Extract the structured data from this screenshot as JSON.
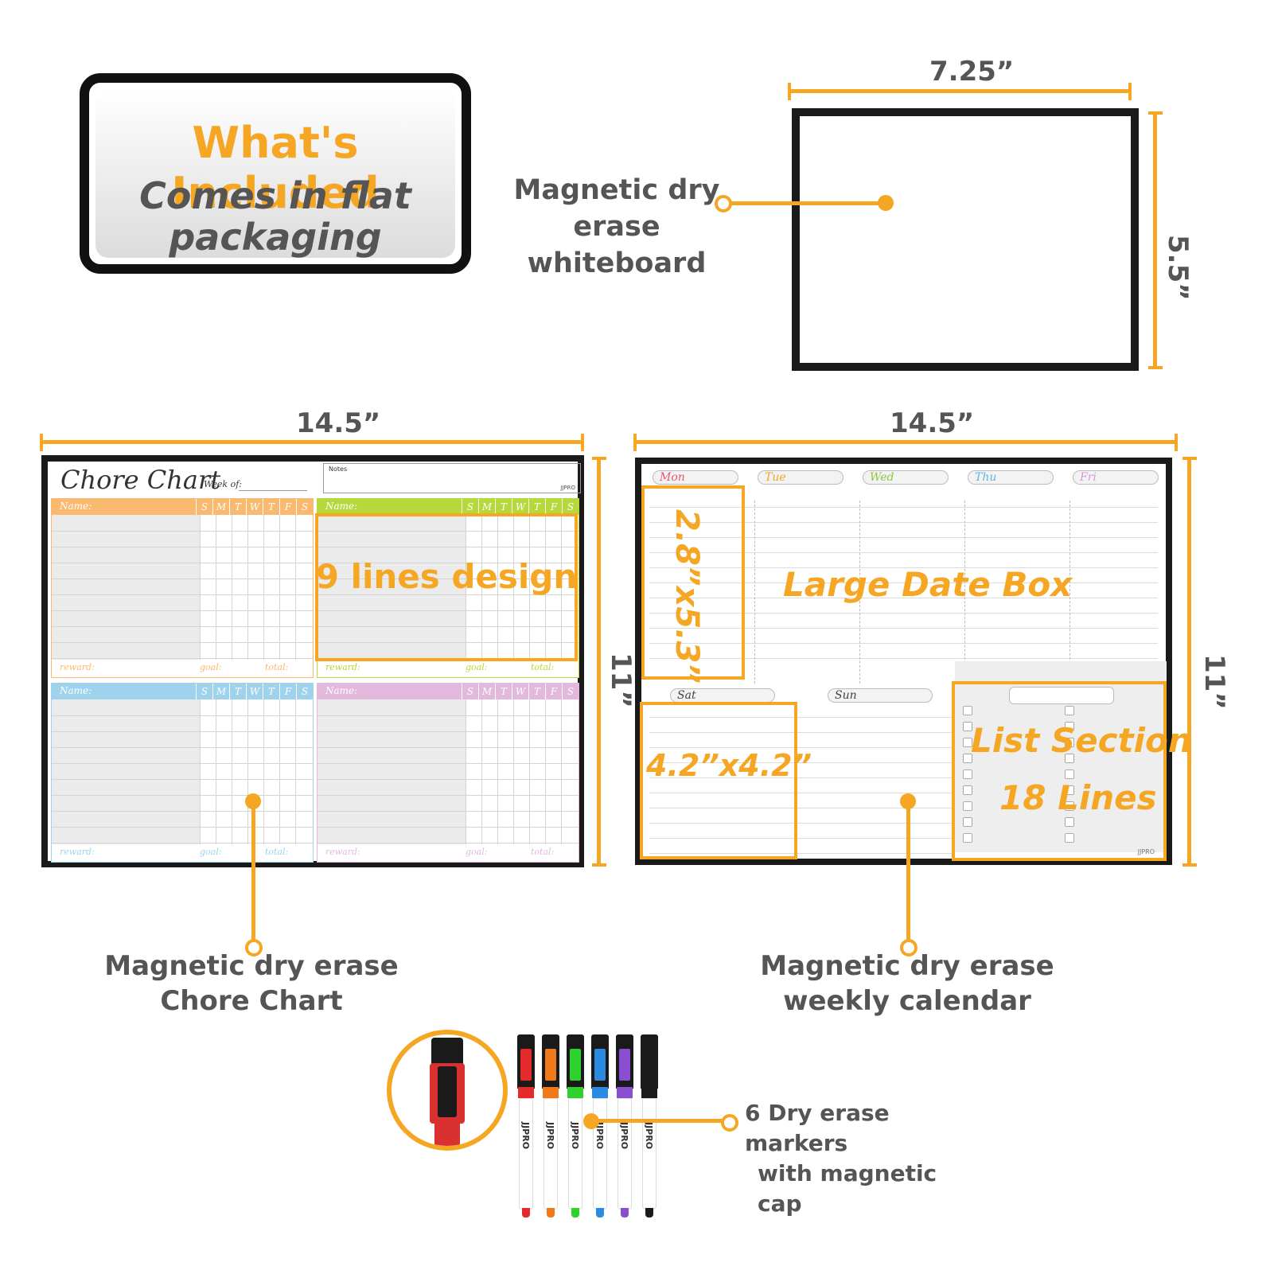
{
  "title_card": {
    "heading": "What's Included",
    "subheading": "Comes in flat packaging"
  },
  "whiteboard": {
    "caption_line1": "Magnetic dry",
    "caption_line2": "erase whiteboard",
    "width_label": "7.25”",
    "height_label": "5.5”"
  },
  "chore_chart": {
    "width_label": "14.5”",
    "height_label": "11”",
    "title": "Chore Chart",
    "week_of": "Week of:",
    "notes": "Notes",
    "brand": "JJPRO",
    "name_label": "Name:",
    "days": [
      "S",
      "M",
      "T",
      "W",
      "T",
      "F",
      "S"
    ],
    "reward": "reward:",
    "goal": "goal:",
    "total": "total:",
    "callout": "9 lines design",
    "caption_line1": "Magnetic dry erase",
    "caption_line2": "Chore Chart",
    "colors": [
      "#f9b96e",
      "#b5d93b",
      "#9fd3ec",
      "#e2b8dd"
    ]
  },
  "weekly_calendar": {
    "width_label": "14.5”",
    "height_label": "11”",
    "days_top": [
      "Mon",
      "Tue",
      "Wed",
      "Thu",
      "Fri"
    ],
    "days_bottom": [
      "Sat",
      "Sun"
    ],
    "day_colors": [
      "#e05b6c",
      "#f5a623",
      "#8cc63f",
      "#5bb7e5",
      "#d89ad0"
    ],
    "size_callout_1": "2.8”x5.3”",
    "size_callout_2": "4.2”x4.2”",
    "large_date_box": "Large Date Box",
    "list_section": "List Section",
    "list_lines": "18 Lines",
    "brand": "JJPRO",
    "caption_line1": "Magnetic dry erase",
    "caption_line2": "weekly calendar"
  },
  "markers": {
    "count_caption_line1": "6 Dry erase markers",
    "count_caption_line2": "with magnetic cap",
    "brand": "JJPRO",
    "colors": [
      "#e32b2b",
      "#f07a1a",
      "#2fd12f",
      "#2a8be0",
      "#8a4fd1",
      "#1a1a1a"
    ]
  },
  "accent_color": "#f5a623"
}
